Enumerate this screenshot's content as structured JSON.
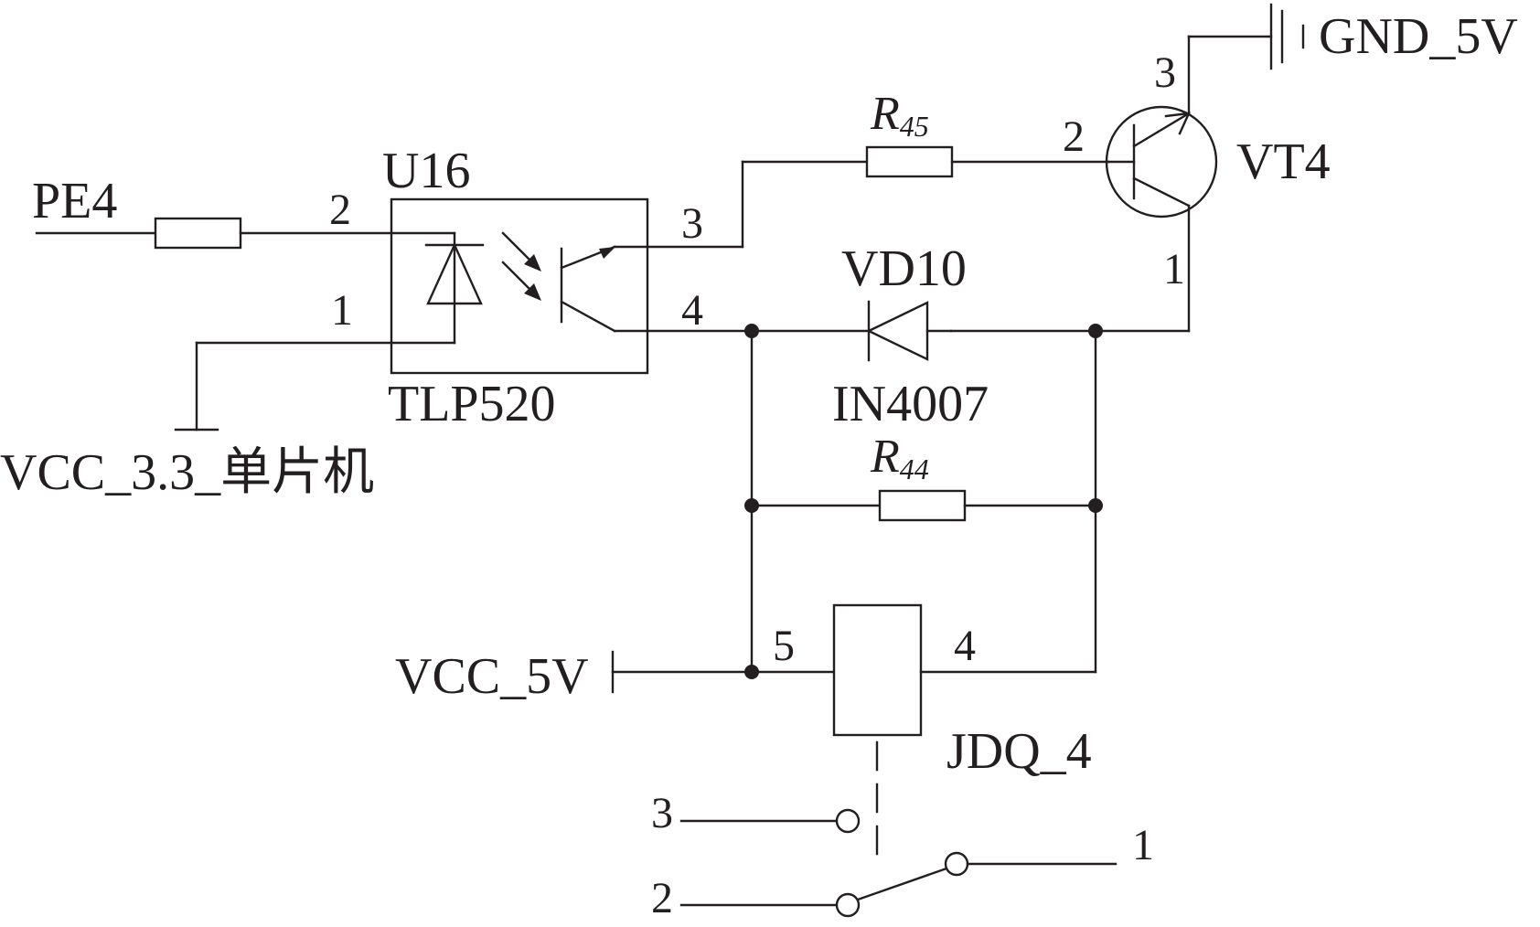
{
  "labels": {
    "pe4": "PE4",
    "u16": "U16",
    "tlp520": "TLP520",
    "vcc_33": "VCC_3.3_单片机",
    "gnd_5v": "GND_5V",
    "vt4": "VT4",
    "vd10": "VD10",
    "in4007": "IN4007",
    "vcc_5v": "VCC_5V",
    "jdq_4": "JDQ_4"
  },
  "resistors": {
    "r45": {
      "symbol": "R",
      "subscript": "45"
    },
    "r44": {
      "symbol": "R",
      "subscript": "44"
    }
  },
  "pins": {
    "u16_in_2": "2",
    "u16_in_1": "1",
    "u16_out_3": "3",
    "u16_out_4": "4",
    "vt4_base_2": "2",
    "vt4_emitter_3": "3",
    "vt4_collector_1": "1",
    "jdq_coil_5": "5",
    "jdq_coil_4": "4",
    "switch_3": "3",
    "switch_2": "2",
    "switch_1": "1"
  },
  "colors": {
    "ink": "#231f20",
    "background": "#ffffff"
  }
}
